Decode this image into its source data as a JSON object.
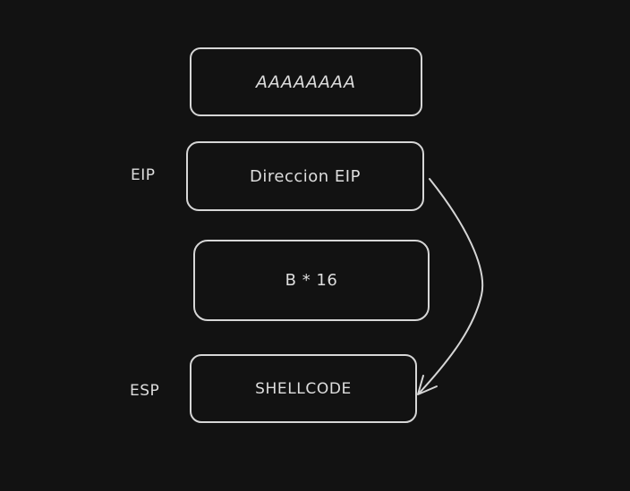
{
  "stack": {
    "buffer_label": "AAAAAAAA",
    "eip_box_label": "Direccion EIP",
    "padding_label": "B * 16",
    "shellcode_label": "SHELLCODE"
  },
  "registers": {
    "eip": "EIP",
    "esp": "ESP"
  },
  "colors": {
    "background": "#121212",
    "stroke": "#d6d6d6",
    "text": "#dedede"
  }
}
